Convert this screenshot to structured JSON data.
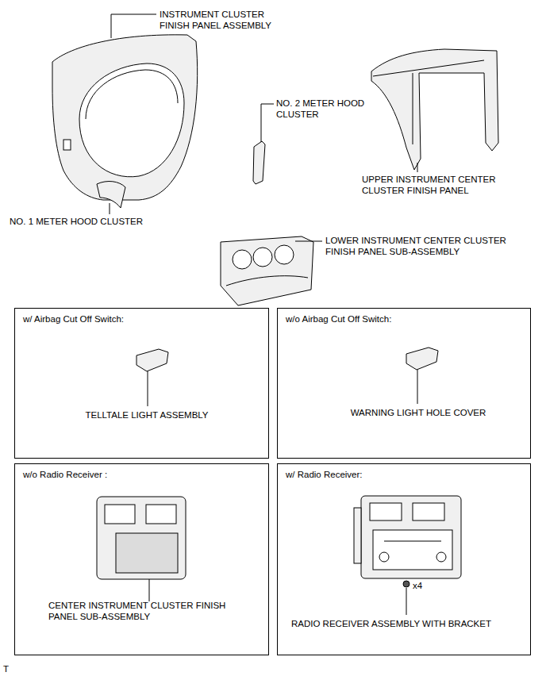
{
  "diagram": {
    "nodes": [
      {
        "text": [
          "w/ Airbag Cut Off Switch:",
          "TELLTALE LIGHT ASSEMBLY"
        ]
      },
      {
        "text": [
          "w/o Airbag Cut Off Switch:",
          "WARNING LIGHT HOLE COVER"
        ]
      },
      {
        "text": [
          "w/o Radio Receiver :",
          "CENTER INSTRUMENT CLUSTER FINISH PANEL SUB-ASSEMBLY"
        ]
      },
      {
        "text": [
          "w/ Radio Receiver:",
          "x4",
          "RADIO RECEIVER ASSEMBLY WITH BRACKET"
        ]
      }
    ],
    "labels": [
      "INSTRUMENT CLUSTER FINISH PANEL ASSEMBLY",
      "NO. 2 METER HOOD CLUSTER",
      "UPPER INSTRUMENT CENTER CLUSTER FINISH PANEL",
      "NO. 1 METER HOOD CLUSTER",
      "LOWER INSTRUMENT CENTER CLUSTER FINISH PANEL SUB-ASSEMBLY",
      "T"
    ]
  }
}
